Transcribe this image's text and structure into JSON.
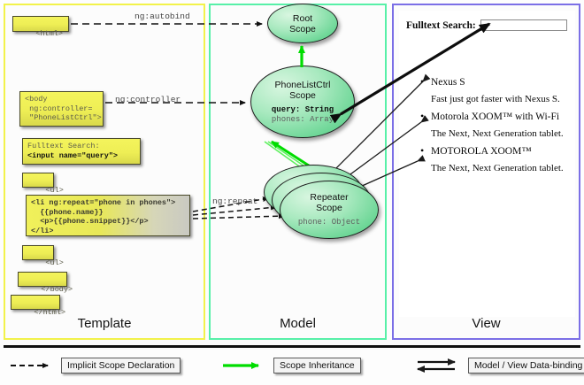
{
  "panels": {
    "template": {
      "label": "Template",
      "accent": "#f2f24a"
    },
    "model": {
      "label": "Model",
      "accent": "#57f0a8"
    },
    "view": {
      "label": "View",
      "accent": "#7b6fe6"
    }
  },
  "template_code": {
    "html_open": "<html>",
    "body_open_l1": "<body",
    "body_open_l2": " ng:controller=",
    "body_open_l3": " \"PhoneListCtrl\">",
    "search_label": "Fulltext Search:",
    "search_input": "<input name=\"query\">",
    "ul_open": "<ul>",
    "li_l1": "<li ng:repeat=\"phone in phones\">",
    "li_l2": "  {{phone.name}}",
    "li_l3": "  <p>{{phone.snippet}}</p>",
    "li_l4": "</li>",
    "ul_close": "<ul>",
    "body_close": "</body>",
    "html_close": "</html>"
  },
  "edges": {
    "autobind": "ng:autobind",
    "controller": "ng:controller",
    "repeat": "ng:repeat"
  },
  "scopes": {
    "root": {
      "title_l1": "Root",
      "title_l2": "Scope"
    },
    "phonelist": {
      "title_l1": "PhoneListCtrl",
      "title_l2": "Scope",
      "prop_query": "query: String",
      "prop_phones": "phones: Array"
    },
    "repeater": {
      "title_l1": "Repeater",
      "title_l2": "Scope",
      "prop_phone": "phone: Object",
      "stack_count": 3
    }
  },
  "view": {
    "search_label": "Fulltext Search:",
    "search_value": "",
    "search_placeholder": "",
    "items": [
      {
        "name": "Nexus S",
        "snippet": "Fast just got faster with Nexus S."
      },
      {
        "name": "Motorola XOOM™  with Wi-Fi",
        "snippet": "The Next, Next Generation tablet."
      },
      {
        "name": "MOTOROLA XOOM™",
        "snippet": "The Next, Next Generation tablet."
      }
    ]
  },
  "legend": [
    {
      "glyph": "dashed-arrow-icon",
      "label": "Implicit Scope Declaration",
      "color": "#111111"
    },
    {
      "glyph": "green-arrow-icon",
      "label": "Scope Inheritance",
      "color": "#00dd00"
    },
    {
      "glyph": "double-arrow-icon",
      "label": "Model / View Data-binding",
      "color": "#111111"
    }
  ]
}
